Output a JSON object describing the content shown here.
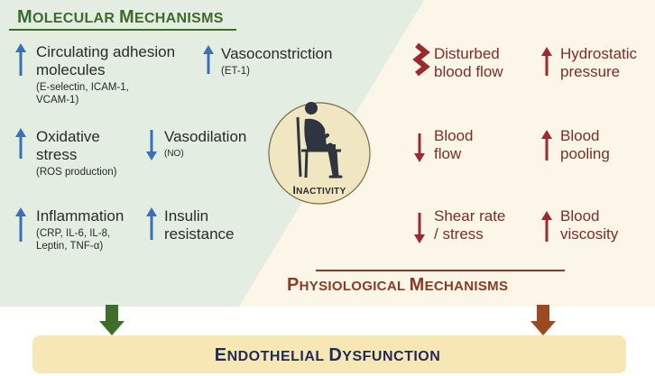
{
  "titles": {
    "molecular_cap": "M",
    "molecular_rest": "OLECULAR ",
    "molecular_cap2": "M",
    "molecular_rest2": "ECHANISMS",
    "physiological_cap": "P",
    "physiological_rest": "HYSIOLOGICAL ",
    "physiological_cap2": "M",
    "physiological_rest2": "ECHANISMS",
    "endothelial_cap": "E",
    "endothelial_rest": "NDOTHELIAL ",
    "endothelial_cap2": "D",
    "endothelial_rest2": "YSFUNCTION"
  },
  "center": {
    "label_cap": "I",
    "label_rest": "NACTIVITY"
  },
  "molecular": {
    "adhesion": {
      "line1": "Circulating adhesion",
      "line2": "molecules",
      "sub1": "(E-selectin, ICAM-1,",
      "sub2": "VCAM-1)",
      "direction": "up"
    },
    "vasoconstriction": {
      "line1": "Vasoconstriction",
      "sub1": "(ET-1)",
      "direction": "up"
    },
    "oxidative": {
      "line1": "Oxidative",
      "line2": "stress",
      "sub1": "(ROS production)",
      "direction": "up"
    },
    "vasodilation": {
      "line1": "Vasodilation",
      "sub1": "(NO)",
      "direction": "down"
    },
    "inflammation": {
      "line1": "Inflammation",
      "sub1": "(CRP, IL-6, IL-8,",
      "sub2": "Leptin, TNF-α)",
      "direction": "up"
    },
    "insulin": {
      "line1": "Insulin",
      "line2": "resistance",
      "direction": "up"
    }
  },
  "physiological": {
    "disturbed": {
      "line1": "Disturbed",
      "line2": "blood flow",
      "direction": "zigzag"
    },
    "hydrostatic": {
      "line1": "Hydrostatic",
      "line2": "pressure",
      "direction": "up"
    },
    "bloodflow": {
      "line1": "Blood",
      "line2": "flow",
      "direction": "down"
    },
    "pooling": {
      "line1": "Blood",
      "line2": "pooling",
      "direction": "up"
    },
    "shear": {
      "line1": "Shear rate",
      "line2": "/ stress",
      "direction": "down"
    },
    "viscosity": {
      "line1": "Blood",
      "line2": "viscosity",
      "direction": "up"
    }
  },
  "colors": {
    "molecular_bg": "#e3ede2",
    "physiological_bg": "#fbf6e7",
    "molecular_green": "#3c6b2a",
    "physiological_brown": "#8b3a25",
    "blue_arrow": "#3b6fb6",
    "red_arrow": "#9a2a2e",
    "bottom_box": "#f7e7b5",
    "endothelial_text": "#1f2a5a"
  }
}
